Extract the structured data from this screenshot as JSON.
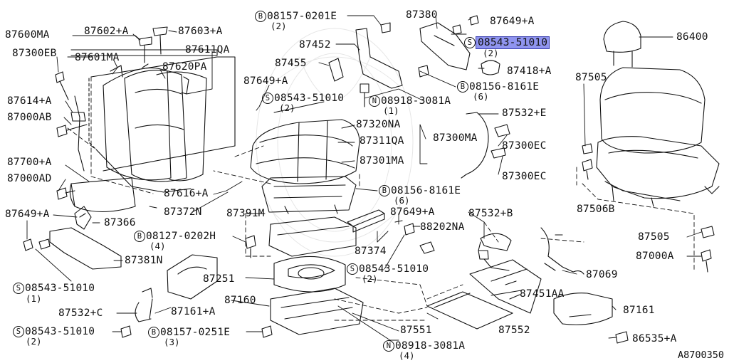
{
  "figure_number": "A8700350",
  "highlight_color": "#8f94ef",
  "labels": [
    {
      "id": "87600MA",
      "text": "87600MA"
    },
    {
      "id": "87602A",
      "text": "87602+A"
    },
    {
      "id": "87603A",
      "text": "87603+A"
    },
    {
      "id": "87300EB",
      "text": "87300EB"
    },
    {
      "id": "87601MA",
      "text": "87601MA"
    },
    {
      "id": "87611QA",
      "text": "87611QA"
    },
    {
      "id": "87620PA",
      "text": "87620PA"
    },
    {
      "id": "87614A",
      "text": "87614+A"
    },
    {
      "id": "87000AB",
      "text": "87000AB"
    },
    {
      "id": "87700A",
      "text": "87700+A"
    },
    {
      "id": "87000AD",
      "text": "87000AD"
    },
    {
      "id": "87649A_left",
      "text": "87649+A"
    },
    {
      "id": "87366",
      "text": "87366"
    },
    {
      "id": "87381N",
      "text": "87381N"
    },
    {
      "id": "S08543_a",
      "prefix": "S",
      "text": "08543-51010",
      "qty": "(1)"
    },
    {
      "id": "87532C",
      "text": "87532+C"
    },
    {
      "id": "S08543_b",
      "prefix": "S",
      "text": "08543-51010",
      "qty": "(2)"
    },
    {
      "id": "B08157_top",
      "prefix": "B",
      "text": "08157-0201E",
      "qty": "(2)"
    },
    {
      "id": "87380",
      "text": "87380"
    },
    {
      "id": "87649A_top",
      "text": "87649+A"
    },
    {
      "id": "S08543_hl",
      "prefix": "S",
      "text": "08543-51010",
      "qty": "(2)",
      "highlighted": true
    },
    {
      "id": "87452",
      "text": "87452"
    },
    {
      "id": "87455",
      "text": "87455"
    },
    {
      "id": "87418A",
      "text": "87418+A"
    },
    {
      "id": "87649A_mid",
      "text": "87649+A"
    },
    {
      "id": "S08543_mid",
      "prefix": "S",
      "text": "08543-51010",
      "qty": "(2)"
    },
    {
      "id": "B08156_top",
      "prefix": "B",
      "text": "08156-8161E",
      "qty": "(6)"
    },
    {
      "id": "N08918_top",
      "prefix": "N",
      "text": "08918-3081A",
      "qty": "(1)"
    },
    {
      "id": "87532E",
      "text": "87532+E"
    },
    {
      "id": "87320NA",
      "text": "87320NA"
    },
    {
      "id": "87311QA",
      "text": "87311QA"
    },
    {
      "id": "87300MA",
      "text": "87300MA"
    },
    {
      "id": "87301MA",
      "text": "87301MA"
    },
    {
      "id": "87300EC_a",
      "text": "87300EC"
    },
    {
      "id": "87300EC_b",
      "text": "87300EC"
    },
    {
      "id": "B08156_mid",
      "prefix": "B",
      "text": "08156-8161E",
      "qty": "(6)"
    },
    {
      "id": "87616A",
      "text": "87616+A"
    },
    {
      "id": "87372N",
      "text": "87372N"
    },
    {
      "id": "87391M",
      "text": "87391M"
    },
    {
      "id": "87649A_low",
      "text": "87649+A"
    },
    {
      "id": "88202NA",
      "text": "88202NA"
    },
    {
      "id": "B08127",
      "prefix": "B",
      "text": "08127-0202H",
      "qty": "(4)"
    },
    {
      "id": "87374",
      "text": "87374"
    },
    {
      "id": "S08543_low",
      "prefix": "S",
      "text": "08543-51010",
      "qty": "(2)"
    },
    {
      "id": "87532B",
      "text": "87532+B"
    },
    {
      "id": "87251",
      "text": "87251"
    },
    {
      "id": "87160",
      "text": "87160"
    },
    {
      "id": "87161A",
      "text": "87161+A"
    },
    {
      "id": "B08157_low",
      "prefix": "B",
      "text": "08157-0251E",
      "qty": "(3)"
    },
    {
      "id": "87551",
      "text": "87551"
    },
    {
      "id": "87552",
      "text": "87552"
    },
    {
      "id": "N08918_low",
      "prefix": "N",
      "text": "08918-3081A",
      "qty": "(4)"
    },
    {
      "id": "87451AA",
      "text": "87451AA"
    },
    {
      "id": "87069",
      "text": "87069"
    },
    {
      "id": "87161",
      "text": "87161"
    },
    {
      "id": "86535A",
      "text": "86535+A"
    },
    {
      "id": "86400",
      "text": "86400"
    },
    {
      "id": "87505_a",
      "text": "87505"
    },
    {
      "id": "87506B",
      "text": "87506B"
    },
    {
      "id": "87505_b",
      "text": "87505"
    },
    {
      "id": "87000A",
      "text": "87000A"
    }
  ]
}
